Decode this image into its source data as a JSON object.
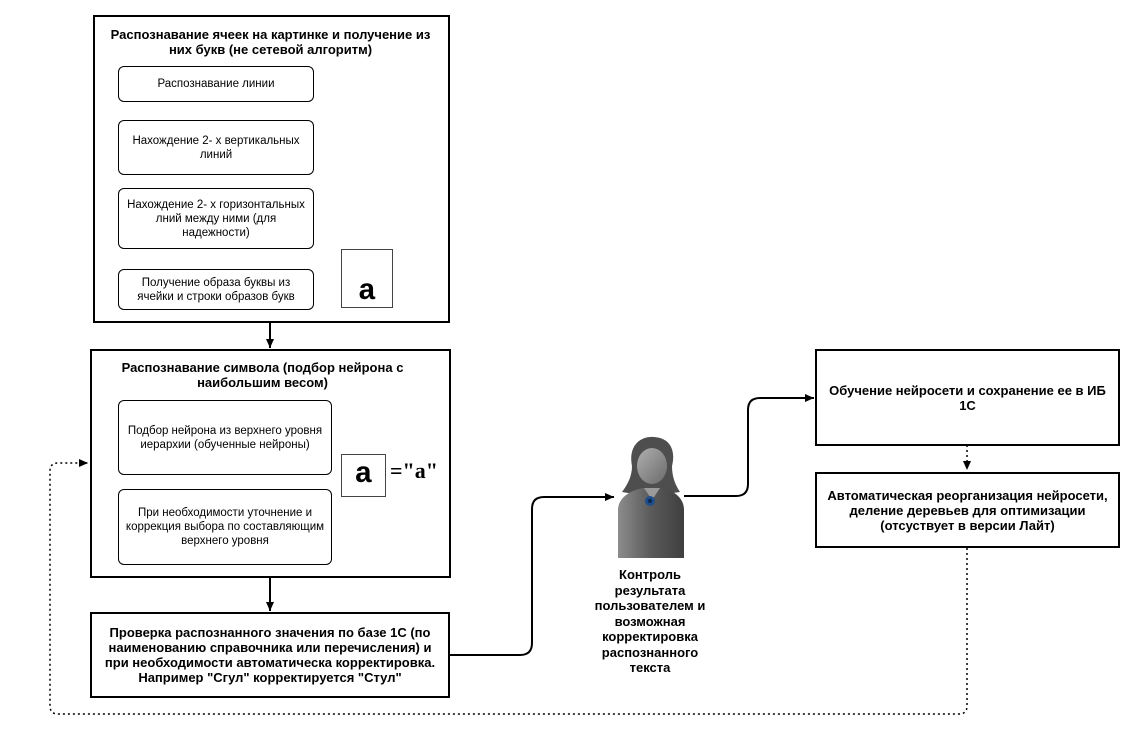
{
  "block_cells": {
    "title": "Распознавание ячеек на картинке и получение из них букв (не сетевой алгоритм)",
    "steps": [
      "Распознавание линии",
      "Нахождение 2- х вертикальных линий",
      "Нахождение 2- х горизонтальных лний между ними (для надежности)",
      "Получение образа буквы из ячейки и строки образов букв"
    ],
    "glyph_letter": "a"
  },
  "block_symbol": {
    "title": "Распознавание символа (подбор нейрона с наибольшим весом)",
    "steps": [
      "Подбор нейрона из верхнего уровня иерархии (обученные нейроны)",
      "При необходимости уточнение и коррекция выбора  по составляющим верхнего уровня"
    ],
    "glyph_letter": "a",
    "result_label": "=\"a\""
  },
  "block_check": {
    "text": "Проверка распознанного значения по базе 1С (по наименованию справочника или перечисления) и при необходимости автоматическа корректировка. Например \"Сгул\" корректируется \"Стул\""
  },
  "user_control": {
    "label": "Контроль результата пользователем и возможная корректировка распознанного текста"
  },
  "training": {
    "text": "Обучение нейросети и сохранение ее в ИБ 1С"
  },
  "reorganization": {
    "text": "Автоматическая реорганизация нейросети, деление деревьев для оптимизации (отсуствует в версии Лайт)"
  }
}
